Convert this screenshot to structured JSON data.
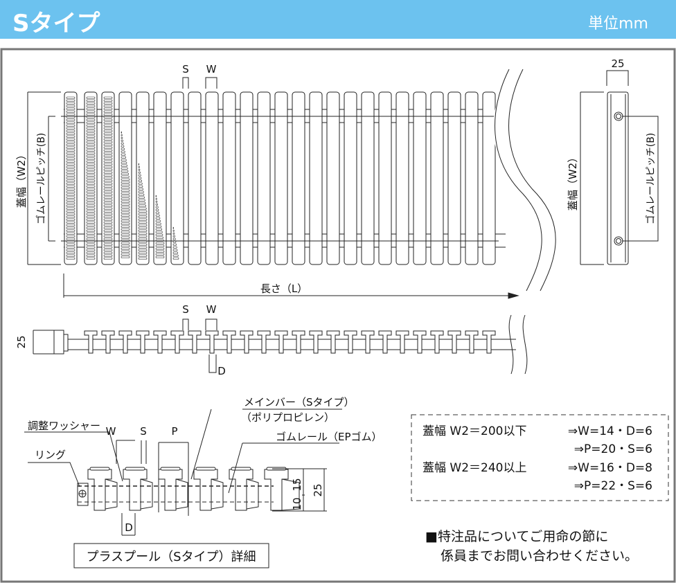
{
  "header": {
    "title": "Sタイプ",
    "unit": "単位mm"
  },
  "top_view": {
    "s_label": "S",
    "w_label": "W",
    "w2_label": "蓋幅（W2）",
    "b_label": "ゴムレールピッチ(B)",
    "length_label": "長さ（L）"
  },
  "side_view": {
    "s_label": "S",
    "w_label": "W",
    "height_label": "25",
    "d_label": "D"
  },
  "end_view": {
    "width_label": "25",
    "w2_label": "蓋幅（W2）",
    "b_label": "ゴムレールピッチ(B)"
  },
  "detail": {
    "main_bar_label": "メインバー（Sタイプ）",
    "main_bar_material": "（ポリプロピレン）",
    "washer_label": "調整ワッシャー",
    "rail_label": "ゴムレール（EPゴム）",
    "ring_label": "リング",
    "w_label": "W",
    "s_label": "S",
    "p_label": "P",
    "d_label": "D",
    "dim_15": "15",
    "dim_10": "10",
    "dim_25": "25",
    "caption": "プラスプール（Sタイプ）詳細"
  },
  "spec_box": {
    "rows": [
      {
        "cond": "蓋幅 W2＝200以下",
        "val1": "⇒W=14・D=6",
        "val2": "⇒P=20・S=6"
      },
      {
        "cond": "蓋幅 W2＝240以上",
        "val1": "⇒W=16・D=8",
        "val2": "⇒P=22・S=6"
      }
    ]
  },
  "note": {
    "line1": "■特注品についてご用命の節に",
    "line2": "係員までお問い合わせください。"
  }
}
